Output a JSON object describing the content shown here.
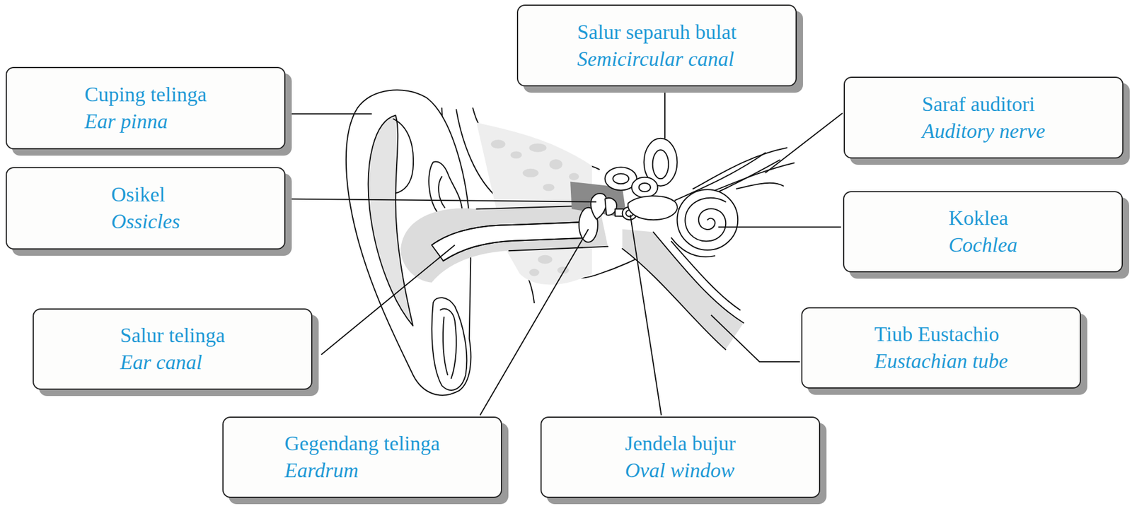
{
  "diagram": {
    "nodes": [
      {
        "text": [
          "Salur separuh bulat",
          "Semicircular canal"
        ]
      },
      {
        "text": [
          "Cuping telinga",
          "Ear pinna"
        ]
      },
      {
        "text": [
          "Saraf auditori",
          "Auditory nerve"
        ]
      },
      {
        "text": [
          "Osikel",
          "Ossicles"
        ]
      },
      {
        "text": [
          "Koklea",
          "Cochlea"
        ]
      },
      {
        "text": [
          "Salur telinga",
          "Ear canal"
        ]
      },
      {
        "text": [
          "Tiub Eustachio",
          "Eustachian tube"
        ]
      },
      {
        "text": [
          "Gegendang telinga",
          "Eardrum"
        ]
      },
      {
        "text": [
          "Jendela bujur",
          "Oval window"
        ]
      }
    ]
  }
}
